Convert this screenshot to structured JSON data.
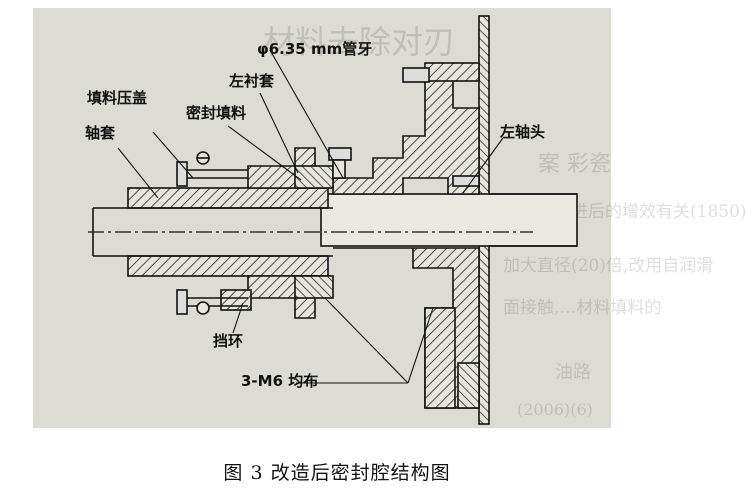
{
  "labels": {
    "pipe_thread": "φ6.35 mm管牙",
    "left_liner": "左衬套",
    "packing_gland": "填料压盖",
    "packing": "密封填料",
    "shaft_sleeve": "轴套",
    "left_shaft_head": "左轴头",
    "retaining_ring": "挡环",
    "bolts": "3-M6 均布"
  },
  "caption": "图 3   改造后密封腔结构图",
  "bleed_through": [
    "材料去除对刃",
    "案   彩瓷",
    "等结构改进后的增效有关(1850)",
    "加大直径(20)倍,改用自润滑",
    "面接触,…材料填料的",
    "油路",
    "(2006)(6)"
  ]
}
